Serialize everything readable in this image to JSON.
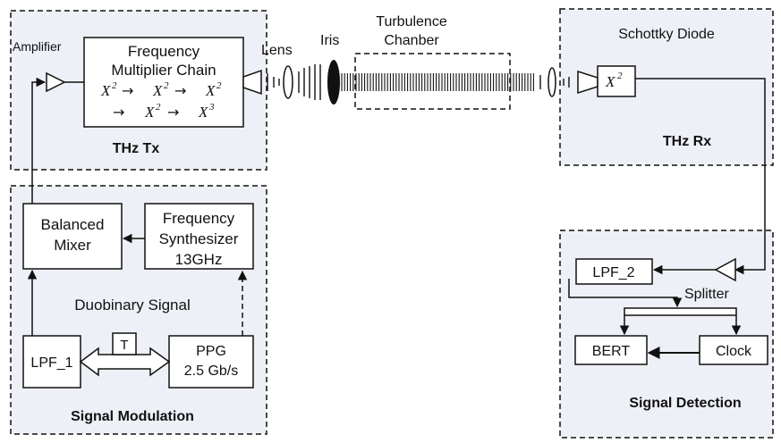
{
  "diagram": {
    "regions": {
      "tx": "THz Tx",
      "rx": "THz Rx",
      "modulation": "Signal Modulation",
      "detection": "Signal Detection"
    },
    "labels": {
      "amplifier": "Amplifier",
      "lens": "Lens",
      "iris": "Iris",
      "turbulence_line1": "Turbulence",
      "turbulence_line2": "Chanber",
      "schottky": "Schottky Diode",
      "duobinary": "Duobinary Signal",
      "splitter": "Splitter"
    },
    "fmc": {
      "line1": "Frequency",
      "line2": "Multiplier Chain",
      "base": "X",
      "exp2": "2",
      "exp3": "3",
      "arrow": "→"
    },
    "blocks": {
      "balanced_mixer_1": "Balanced",
      "balanced_mixer_2": "Mixer",
      "synth_1": "Frequency",
      "synth_2": "Synthesizer",
      "synth_3": "13GHz",
      "lpf1": "LPF_1",
      "t": "T",
      "ppg_1": "PPG",
      "ppg_2": "2.5 Gb/s",
      "lpf2": "LPF_2",
      "bert": "BERT",
      "clock": "Clock",
      "rx_base": "X",
      "rx_exp": "2"
    },
    "colors": {
      "region_fill": "#eef0f7",
      "stroke": "#111111"
    }
  }
}
